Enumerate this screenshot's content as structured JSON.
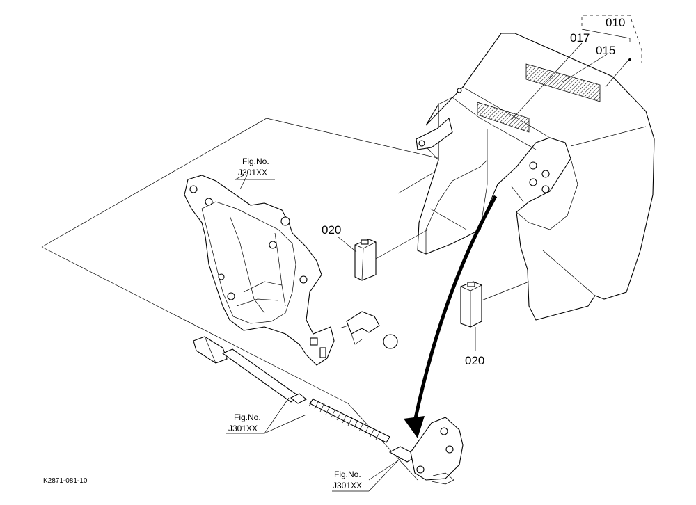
{
  "callouts": {
    "part_010": "010",
    "part_017": "017",
    "part_015": "015",
    "part_020_upper": "020",
    "part_020_lower": "020"
  },
  "figrefs": {
    "upper": {
      "title": "Fig.No.",
      "code": "J301XX"
    },
    "middle": {
      "title": "Fig.No.",
      "code": "J301XX"
    },
    "lower": {
      "title": "Fig.No.",
      "code": "J301XX"
    }
  },
  "drawing_id": "K2871-081-10"
}
